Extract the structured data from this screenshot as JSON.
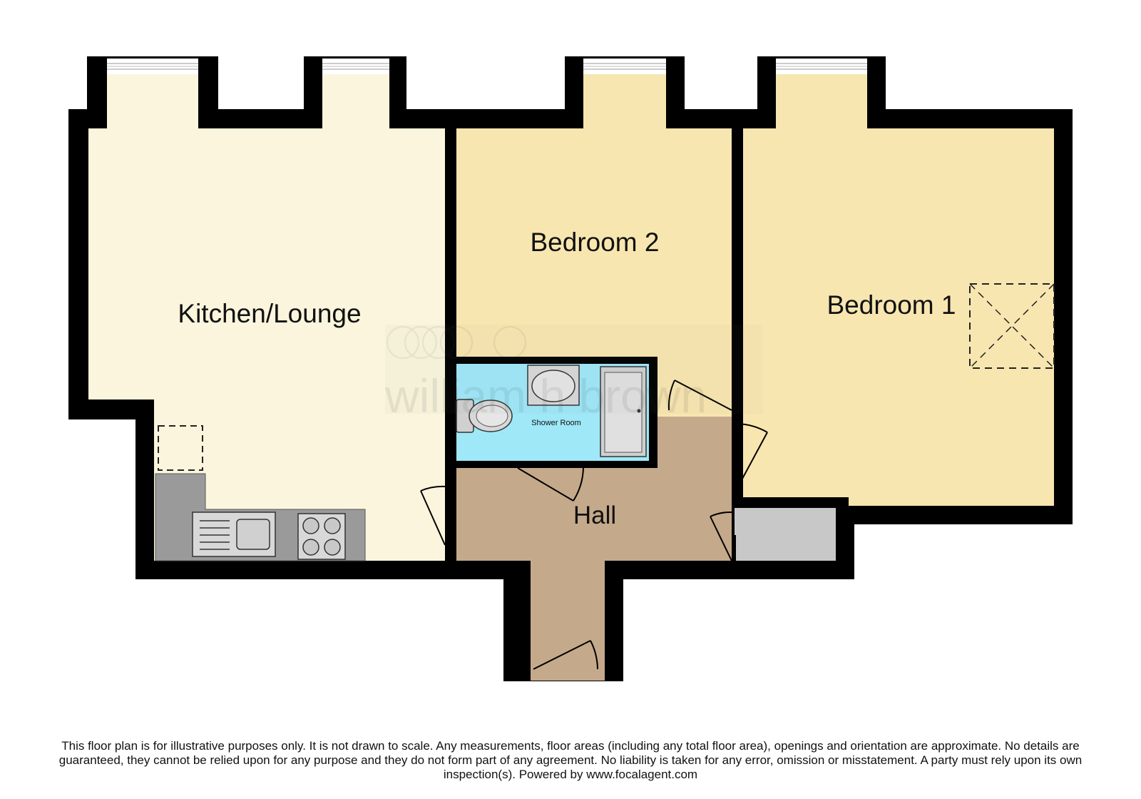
{
  "rooms": {
    "kitchen_lounge": "Kitchen/Lounge",
    "bedroom_2": "Bedroom 2",
    "bedroom_1": "Bedroom 1",
    "shower_room": "Shower Room",
    "hall": "Hall"
  },
  "watermark": {
    "text": "william h brown"
  },
  "disclaimer": "This floor plan is for illustrative purposes only. It is not drawn to scale. Any measurements, floor areas (including any total floor area), openings and orientation are approximate. No details are guaranteed, they cannot be relied upon for any purpose and they do not form part of any agreement. No liability is taken for any error, omission or misstatement. A party must rely upon its own inspection(s). Powered by www.focalagent.com",
  "colors": {
    "wall": "#000000",
    "kitchen_lounge": "#faf5dc",
    "bedroom_2": "#f8e6b0",
    "bedroom_1": "#f8e6b0",
    "hall": "#c4a98a",
    "shower_room": "#9ee8f8",
    "worktop": "#9a9a9a",
    "cupboard": "#c8c8c8",
    "window_glass": "#ffffff"
  }
}
